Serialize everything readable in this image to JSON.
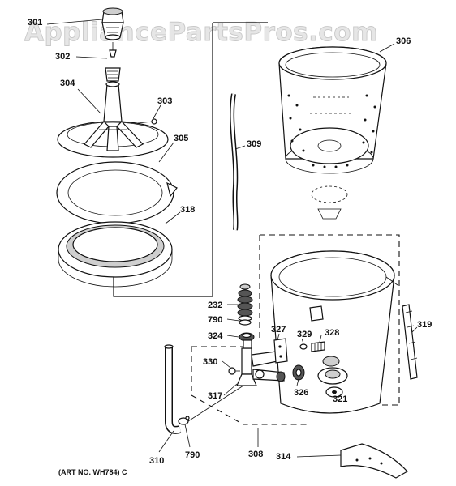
{
  "watermark": "AppliancePartsPros.com",
  "art_number": "(ART NO. WH784) C",
  "callouts": [
    {
      "id": "301",
      "text": "301"
    },
    {
      "id": "302",
      "text": "302"
    },
    {
      "id": "304",
      "text": "304"
    },
    {
      "id": "303",
      "text": "303"
    },
    {
      "id": "305",
      "text": "305"
    },
    {
      "id": "318",
      "text": "318"
    },
    {
      "id": "309",
      "text": "309"
    },
    {
      "id": "306",
      "text": "306"
    },
    {
      "id": "232",
      "text": "232"
    },
    {
      "id": "790a",
      "text": "790"
    },
    {
      "id": "324",
      "text": "324"
    },
    {
      "id": "330",
      "text": "330"
    },
    {
      "id": "317",
      "text": "317"
    },
    {
      "id": "327",
      "text": "327"
    },
    {
      "id": "329",
      "text": "329"
    },
    {
      "id": "328",
      "text": "328"
    },
    {
      "id": "326",
      "text": "326"
    },
    {
      "id": "321",
      "text": "321"
    },
    {
      "id": "319",
      "text": "319"
    },
    {
      "id": "310",
      "text": "310"
    },
    {
      "id": "790b",
      "text": "790"
    },
    {
      "id": "308",
      "text": "308"
    },
    {
      "id": "314",
      "text": "314"
    }
  ]
}
